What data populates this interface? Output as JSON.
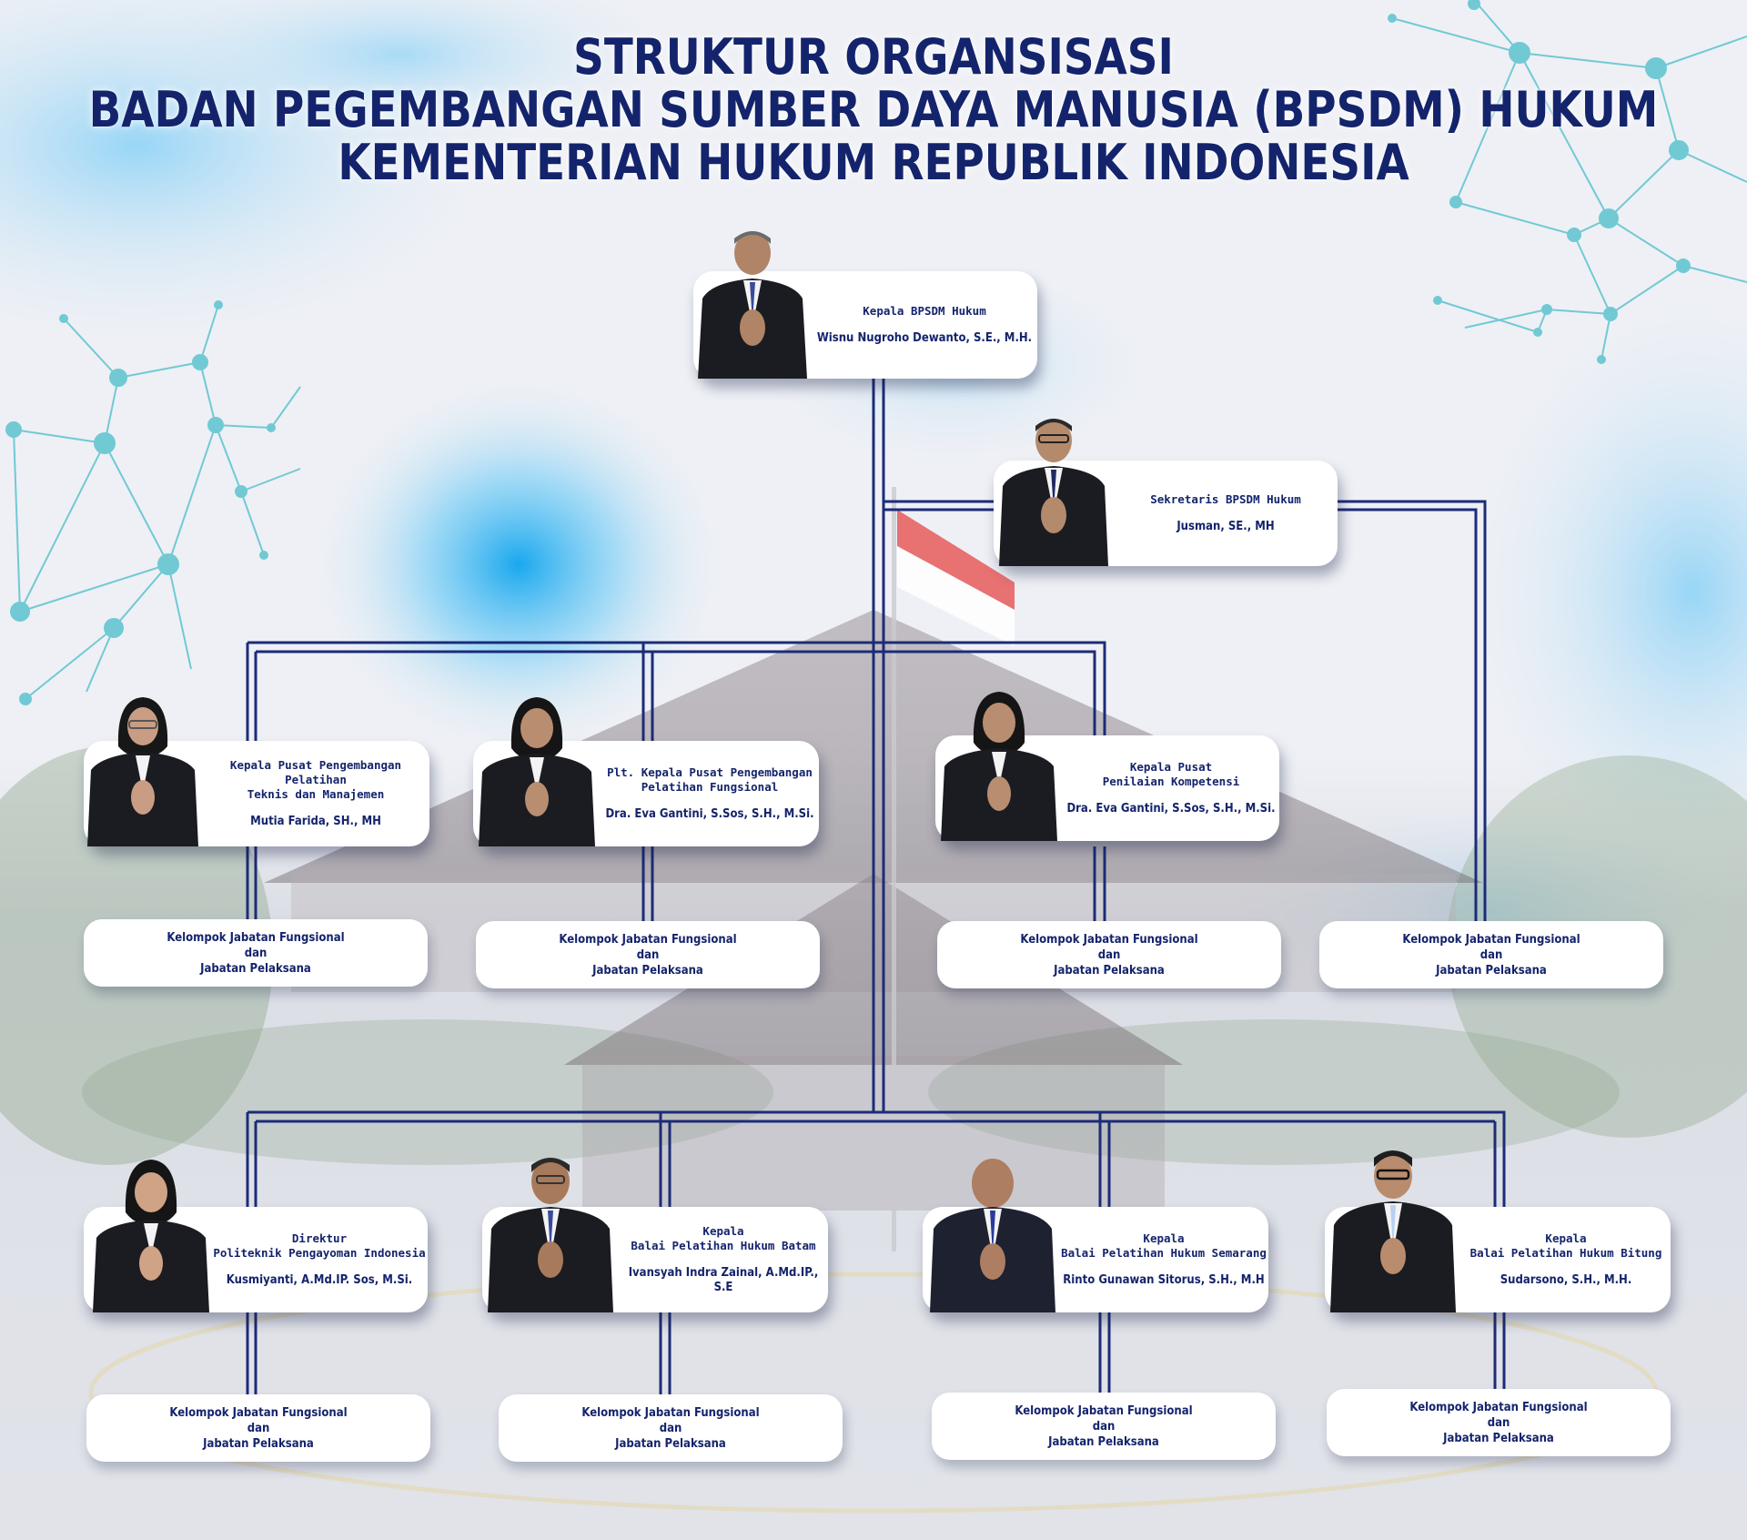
{
  "title": {
    "line1": "STRUKTUR ORGANSISASI",
    "line2": "BADAN PEGEMBANGAN SUMBER DAYA MANUSIA (BPSDM) HUKUM",
    "line3": "KEMENTERIAN HUKUM REPUBLIK INDONESIA"
  },
  "head": {
    "role": "Kepala BPSDM Hukum",
    "name": "Wisnu Nugroho Dewanto, S.E., M.H."
  },
  "secretary": {
    "role": "Sekretaris BPSDM Hukum",
    "name": "Jusman, SE., MH"
  },
  "centers": [
    {
      "role1": "Kepala Pusat Pengembangan Pelatihan",
      "role2": "Teknis dan Manajemen",
      "name": "Mutia Farida, SH., MH"
    },
    {
      "role1": "Plt. Kepala Pusat Pengembangan",
      "role2": "Pelatihan Fungsional",
      "name": "Dra. Eva Gantini, S.Sos, S.H., M.Si."
    },
    {
      "role1": "Kepala Pusat",
      "role2": "Penilaian Kompetensi",
      "name": "Dra. Eva Gantini, S.Sos, S.H., M.Si."
    }
  ],
  "units": [
    {
      "role1": "Direktur",
      "role2": "Politeknik Pengayoman Indonesia",
      "name": "Kusmiyanti, A.Md.IP. Sos, M.Si."
    },
    {
      "role1": "Kepala",
      "role2": "Balai Pelatihan Hukum Batam",
      "name": "Ivansyah Indra Zainal, A.Md.IP., S.E"
    },
    {
      "role1": "Kepala",
      "role2": "Balai Pelatihan Hukum Semarang",
      "name": "Rinto Gunawan Sitorus, S.H., M.H"
    },
    {
      "role1": "Kepala",
      "role2": "Balai Pelatihan Hukum Bitung",
      "name": "Sudarsono, S.H., M.H."
    }
  ],
  "group_label": {
    "line1": "Kelompok Jabatan Fungsional dan",
    "line2": "Jabatan Pelaksana"
  },
  "colors": {
    "navy": "#14246c",
    "line": "#1c2c78",
    "accent": "#29a8e0",
    "network": "#5cc3cf"
  }
}
